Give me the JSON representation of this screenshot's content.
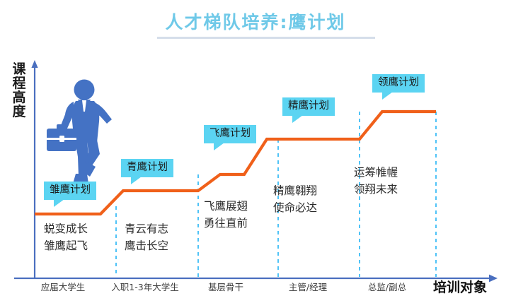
{
  "title": "人才梯队培养:鹰计划",
  "axes": {
    "y_label_chars": [
      "课",
      "程",
      "高",
      "度"
    ],
    "y_label": "课程高度",
    "x_title": "培训对象"
  },
  "colors": {
    "title": "#6FC9E8",
    "title_rule": "#D5DEEA",
    "axis": "#4A6FBF",
    "step_line": "#F0601A",
    "badge": "#5BD4F2",
    "divider": "#4FC3F7",
    "person": "#4472C4"
  },
  "chart_data": {
    "type": "line",
    "title": "人才梯队培养:鹰计划",
    "xlabel": "培训对象",
    "ylabel": "课程高度",
    "categories": [
      "应届大学生",
      "入职1-3年大学生",
      "基层骨干",
      "主管/经理",
      "总监/副总"
    ],
    "values": [
      1,
      2,
      3,
      4,
      5
    ],
    "ylim": [
      0,
      6
    ],
    "grid": false,
    "legend": "none",
    "annotations": [
      "雏鹰计划",
      "青鹰计划",
      "飞鹰计划",
      "精鹰计划",
      "领鹰计划"
    ]
  },
  "stages": [
    {
      "badge": "雏鹰计划",
      "audience": "应届大学生",
      "desc_line1": "蜕变成长",
      "desc_line2": "雏鹰起飞"
    },
    {
      "badge": "青鹰计划",
      "audience": "入职1-3年大学生",
      "desc_line1": "青云有志",
      "desc_line2": "鹰击长空"
    },
    {
      "badge": "飞鹰计划",
      "audience": "基层骨干",
      "desc_line1": "飞鹰展翅",
      "desc_line2": "勇往直前"
    },
    {
      "badge": "精鹰计划",
      "audience": "主管/经理",
      "desc_line1": "精鹰翱翔",
      "desc_line2": "使命必达"
    },
    {
      "badge": "领鹰计划",
      "audience": "总监/副总",
      "desc_line1": "运筹帷幄",
      "desc_line2": "领翔未来"
    }
  ]
}
